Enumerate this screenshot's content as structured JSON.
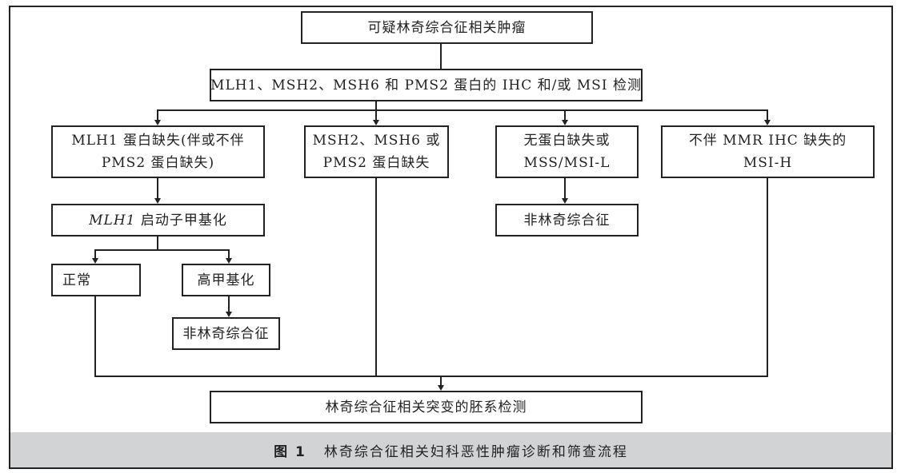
{
  "flowchart": {
    "start": "可疑林奇综合征相关肿瘤",
    "test": "MLH1、MSH2、MSH6 和 PMS2 蛋白的 IHC 和/或 MSI 检测",
    "branches": [
      {
        "line1": "MLH1 蛋白缺失(伴或不伴",
        "line2": "PMS2 蛋白缺失)"
      },
      {
        "line1": "MSH2、MSH6 或",
        "line2": "PMS2 蛋白缺失"
      },
      {
        "line1": "无蛋白缺失或",
        "line2": "MSS/MSI-L"
      },
      {
        "line1": "不伴 MMR IHC 缺失的",
        "line2": "MSI-H"
      }
    ],
    "methylation": {
      "gene": "MLH1",
      "text": " 启动子甲基化"
    },
    "normal": "正常",
    "hypermethylation": "高甲基化",
    "non_lynch_left": "非林奇综合征",
    "non_lynch_right": "非林奇综合征",
    "final": "林奇综合征相关突变的胚系检测"
  },
  "caption": {
    "figure_number": "图 1",
    "title": "林奇综合征相关妇科恶性肿瘤诊断和筛查流程"
  },
  "colors": {
    "line": "#222222",
    "caption_bg": "#d2d3d5"
  }
}
